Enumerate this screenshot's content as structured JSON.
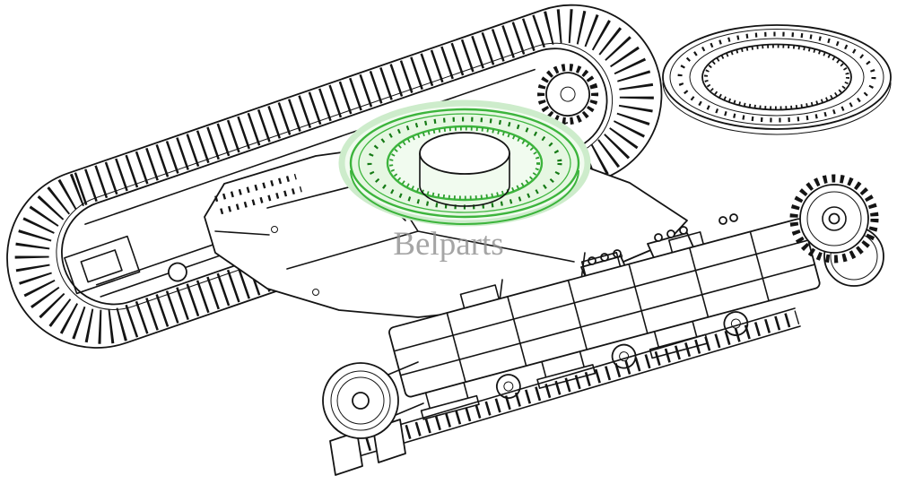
{
  "watermark": {
    "text": "Belparts",
    "color": "#8f8f8f"
  },
  "drawing": {
    "background": "#ffffff",
    "line_color": "#141414",
    "highlight": {
      "stroke": "#3cb43c",
      "fill": "#e6f7e2",
      "glow_fill": "#f1fbef",
      "glow_stroke": "#cdeccb",
      "bolt_dots": "#157a15",
      "gear_teeth": "#2f9e2f"
    },
    "components": {
      "assembly": "excavator-undercarriage-track-frame",
      "highlighted_part": "slewing-ring-bearing",
      "detached_part": "slewing-ring-bearing-top-view"
    }
  }
}
